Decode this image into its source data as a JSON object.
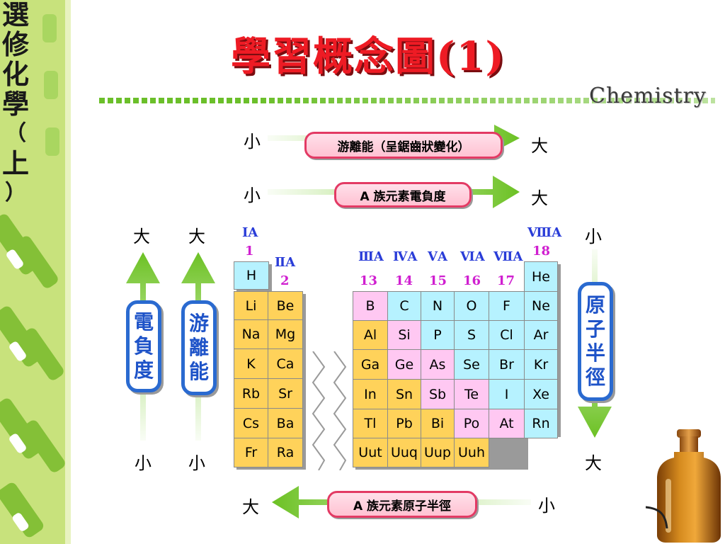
{
  "sidebar": {
    "title": [
      "選",
      "修",
      "化",
      "學",
      "（",
      "上",
      "）"
    ]
  },
  "header": {
    "title": "學習概念圖(1)",
    "subtitle": "Chemistry"
  },
  "trends": {
    "ionization_top": {
      "left": "小",
      "label": "游離能（呈鋸齒狀變化）",
      "right": "大"
    },
    "electronegativity_top": {
      "left": "小",
      "label": "A 族元素電負度",
      "right": "大"
    },
    "radius_bottom": {
      "left": "大",
      "label": "A 族元素原子半徑",
      "right": "小"
    },
    "left_electronegativity": {
      "top": "大",
      "label": [
        "電",
        "負",
        "度"
      ],
      "bottom": "小"
    },
    "left_ionization": {
      "top": "大",
      "label": [
        "游",
        "離",
        "能"
      ],
      "bottom": "小"
    },
    "right_radius": {
      "top": "小",
      "label": [
        "原",
        "子",
        "半",
        "徑"
      ],
      "bottom": "大"
    }
  },
  "groups": {
    "g1": {
      "roman": "ⅠA",
      "num": "1"
    },
    "g2": {
      "roman": "ⅡA",
      "num": "2"
    },
    "g13": {
      "roman": "ⅢA",
      "num": "13"
    },
    "g14": {
      "roman": "ⅣA",
      "num": "14"
    },
    "g15": {
      "roman": "ⅤA",
      "num": "15"
    },
    "g16": {
      "roman": "ⅥA",
      "num": "16"
    },
    "g17": {
      "roman": "ⅦA",
      "num": "17"
    },
    "g18": {
      "roman": "ⅧA",
      "num": "18"
    }
  },
  "elements": {
    "H": "H",
    "He": "He",
    "Li": "Li",
    "Be": "Be",
    "B": "B",
    "C": "C",
    "N": "N",
    "O": "O",
    "F": "F",
    "Ne": "Ne",
    "Na": "Na",
    "Mg": "Mg",
    "Al": "Al",
    "Si": "Si",
    "P": "P",
    "S": "S",
    "Cl": "Cl",
    "Ar": "Ar",
    "K": "K",
    "Ca": "Ca",
    "Ga": "Ga",
    "Ge": "Ge",
    "As": "As",
    "Se": "Se",
    "Br": "Br",
    "Kr": "Kr",
    "Rb": "Rb",
    "Sr": "Sr",
    "In": "In",
    "Sn": "Sn",
    "Sb": "Sb",
    "Te": "Te",
    "I": "I",
    "Xe": "Xe",
    "Cs": "Cs",
    "Ba": "Ba",
    "Tl": "Tl",
    "Pb": "Pb",
    "Bi": "Bi",
    "Po": "Po",
    "At": "At",
    "Rn": "Rn",
    "Fr": "Fr",
    "Ra": "Ra",
    "Uut": "Uut",
    "Uuq": "Uuq",
    "Uup": "Uup",
    "Uuh": "Uuh"
  },
  "colors": {
    "nonmetal": "#b6f2ff",
    "metal": "#ffd25a",
    "metalloid": "#ffc8f2",
    "accent_red": "#ee1b24",
    "trend_blue": "#2a6ad0",
    "sidebar_green": "#9ad24a",
    "arrow_green": "#86d23e"
  }
}
